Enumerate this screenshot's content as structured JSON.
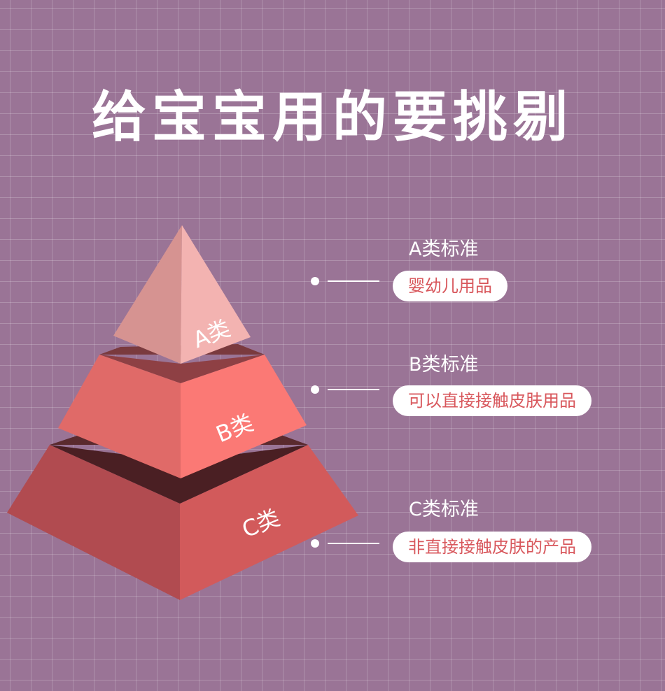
{
  "title": "给宝宝用的要挑剔",
  "tiers": [
    {
      "label": "A类",
      "heading": "A类标准",
      "description": "婴幼儿用品"
    },
    {
      "label": "B类",
      "heading": "B类标准",
      "description": "可以直接接触皮肤用品"
    },
    {
      "label": "C类",
      "heading": "C类标准",
      "description": "非直接接触皮肤的产品"
    }
  ],
  "colors": {
    "background": "#9a7496",
    "grid": "#b597b1",
    "tier_a": "#f0a9a8",
    "tier_b": "#fb7975",
    "tier_c": "#d25a5b",
    "pill_text": "#d8575c"
  }
}
